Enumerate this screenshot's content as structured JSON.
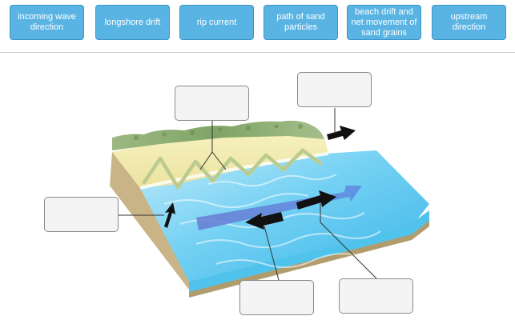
{
  "labels": [
    "incoming wave direction",
    "longshore drift",
    "rip current",
    "path of sand particles",
    "beach drift and net movement of sand grains",
    "upstream direction"
  ],
  "colors": {
    "chip_fill": "#5ab4e3",
    "chip_border": "#3d95c8",
    "water": "#5ec6ee",
    "sand": "#f2ebb0",
    "vegetation": "#8fae72",
    "arrow_black": "#111111",
    "current_band": "#6f86d6"
  }
}
